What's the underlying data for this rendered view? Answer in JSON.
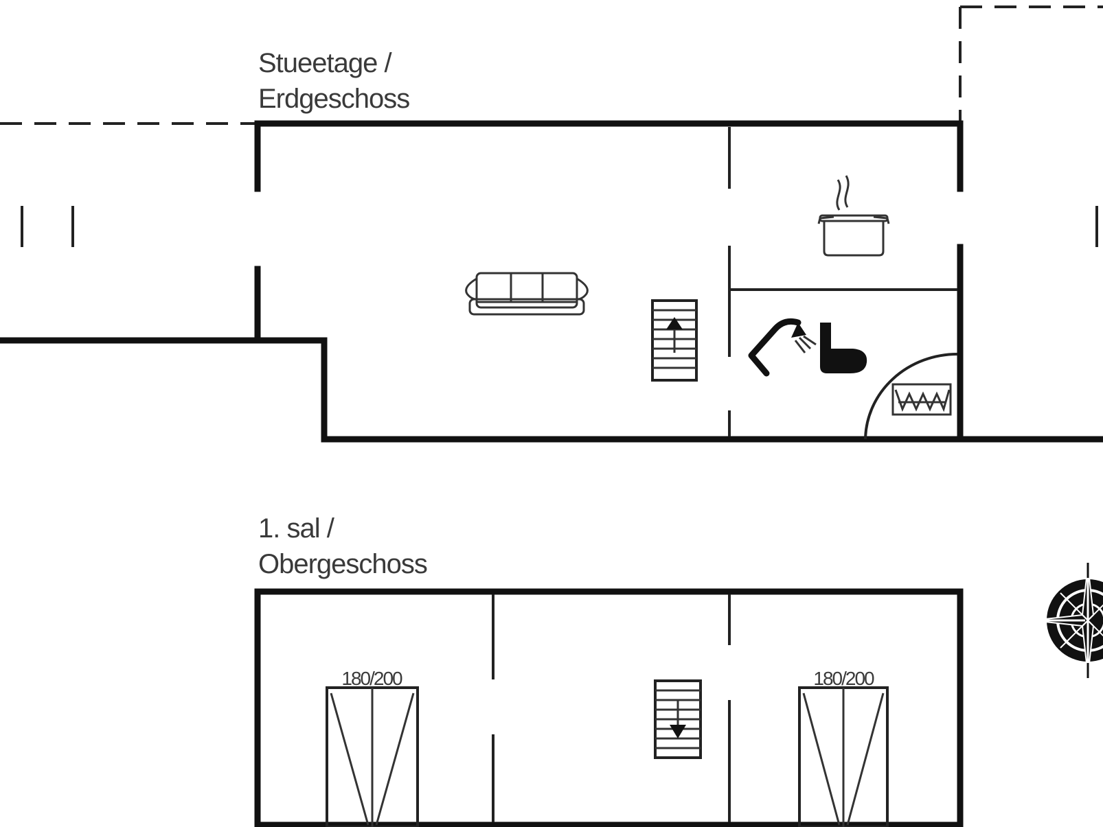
{
  "floors": {
    "ground": {
      "label_line1": "Stueetage /",
      "label_line2": "Erdgeschoss"
    },
    "upper": {
      "label_line1": "1. sal /",
      "label_line2": "Obergeschoss"
    }
  },
  "beds": [
    {
      "dimensions": "180/200"
    },
    {
      "dimensions": "180/200"
    }
  ],
  "icons": [
    "sofa-icon",
    "cooking-pot-icon",
    "shower-icon",
    "toilet-icon",
    "washing-symbol-icon",
    "stairs-up-icon",
    "stairs-down-icon",
    "double-bed-icon",
    "compass-rose-icon"
  ],
  "colors": {
    "walls": "#111111",
    "labels": "#3a3a3a",
    "background": "#ffffff"
  }
}
